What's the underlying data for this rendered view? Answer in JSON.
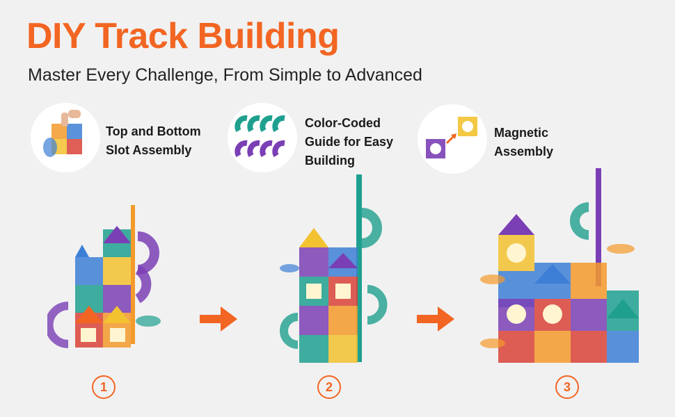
{
  "header": {
    "title": "DIY Track Building",
    "subtitle": "Master Every Challenge, From Simple to Advanced"
  },
  "features": [
    {
      "label": "Top and Bottom\nSlot Assembly",
      "icon": "hand-assembly-icon"
    },
    {
      "label": "Color-Coded\nGuide for Easy\nBuilding",
      "icon": "color-tracks-icon"
    },
    {
      "label": "Magnetic\nAssembly",
      "icon": "magnet-tiles-icon"
    }
  ],
  "steps": [
    "1",
    "2",
    "3"
  ],
  "colors": {
    "accent": "#f26522",
    "tile_purple": "#7b3fb5",
    "tile_teal": "#1fa08f",
    "tile_orange": "#f39a2b",
    "tile_blue": "#3d7fd6",
    "tile_red": "#d9433a",
    "tile_yellow": "#f2c230"
  }
}
